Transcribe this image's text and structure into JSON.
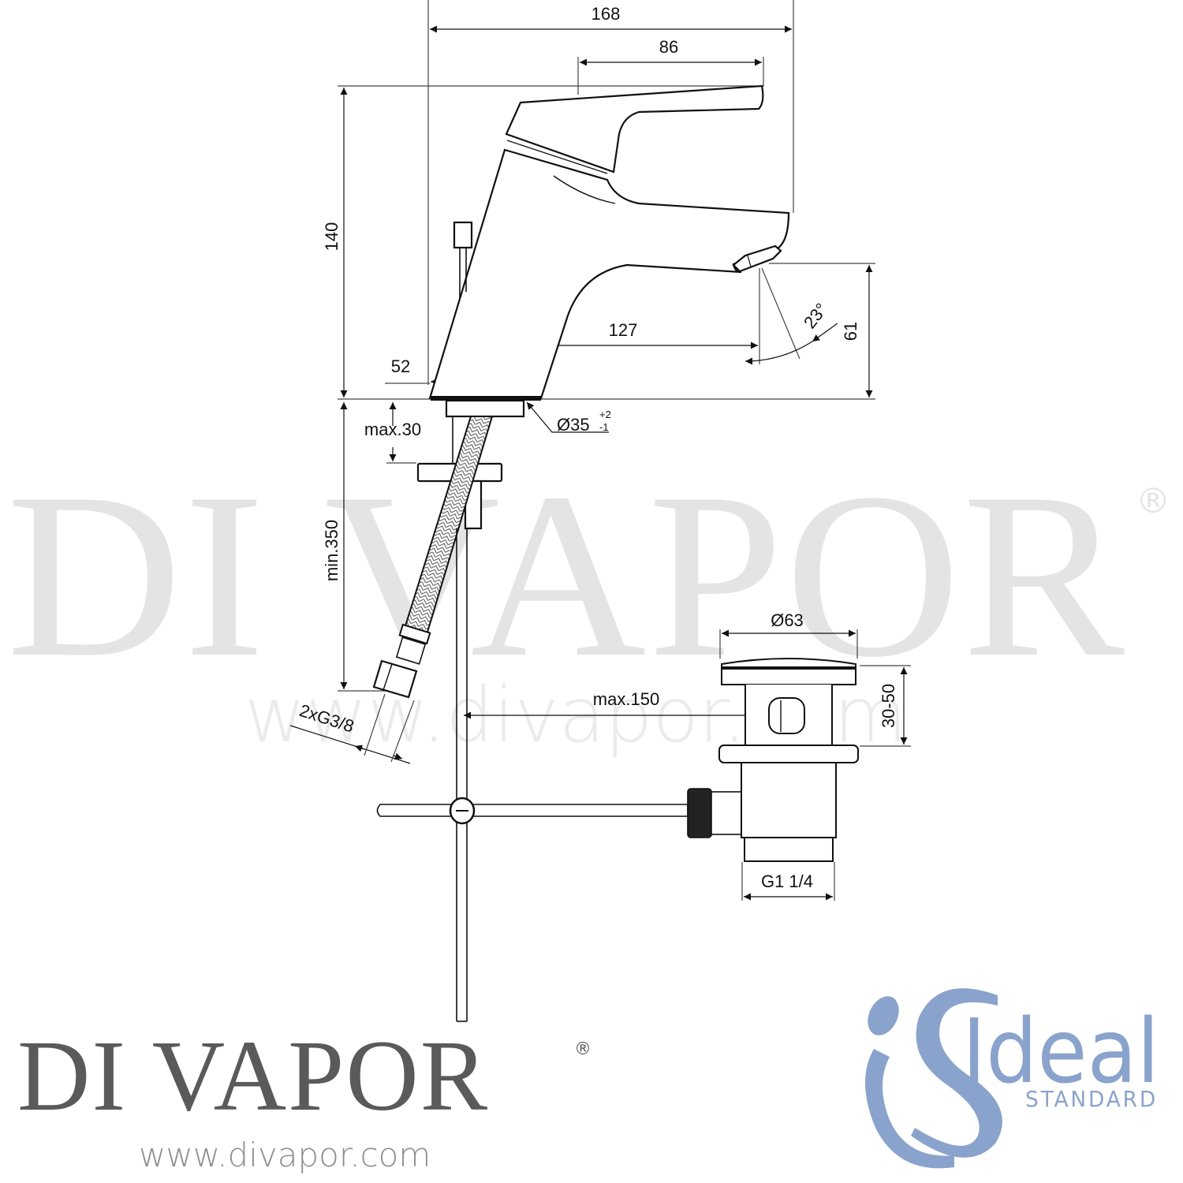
{
  "drawing": {
    "subject": "Single lever basin mixer with pop-up waste",
    "units": "mm",
    "dimensions": {
      "overall_width": "168",
      "lever_length": "86",
      "overall_height": "140",
      "spout_reach": "127",
      "base_diameter_width": "52",
      "spout_height": "61",
      "spout_angle": "23°",
      "tap_hole": "Ø35",
      "tap_hole_tol_plus": "+2",
      "tap_hole_tol_minus": "-1",
      "max_deck_thickness": "max.30",
      "min_hose_length": "min.350",
      "hose_connection": "2xG3/8",
      "rod_max_distance": "max.150",
      "waste_diameter": "Ø63",
      "waste_height_range": "30-50",
      "waste_thread": "G1 1/4"
    }
  },
  "watermark": {
    "brand": "DI VAPOR",
    "registered": "®",
    "url": "www.divapor.com"
  },
  "footer": {
    "retailer_logo": "DI VAPOR",
    "retailer_reg": "®",
    "retailer_url": "www.divapor.com",
    "manufacturer_word": "Ideal",
    "manufacturer_sub": "STANDARD"
  },
  "colors": {
    "line": "#111111",
    "watermark": "#e4e4e4",
    "retailer_grey": "#5a5a5a",
    "manufacturer_blue": "#8aa3cc"
  }
}
